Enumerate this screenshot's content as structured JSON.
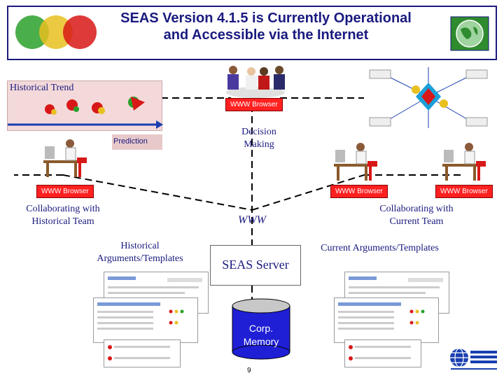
{
  "title": {
    "line1": "SEAS Version 4.1.5 is Currently Operational",
    "line2": "and Accessible via the Internet"
  },
  "historical_trend": {
    "title": "Historical Trend",
    "prediction": "Prediction"
  },
  "browser_labels": {
    "top_center": "WWW Browser",
    "left": "WWW Browser",
    "right_1": "WWW Browser",
    "right_2": "WWW Browser"
  },
  "decision_making": "Decision Making",
  "collab_historical": "Collaborating with Historical Team",
  "collab_current": "Collaborating with Current Team",
  "www": "WWW",
  "historical_args": "Historical Arguments/Templates",
  "current_args": "Current Arguments/Templates",
  "server": "SEAS Server",
  "corp_memory": "Corp. Memory",
  "page_number": "9",
  "colors": {
    "navy": "#1a1a80",
    "red": "#ff2020",
    "cylinder": "#1f1fd6"
  },
  "icons": [
    "venn-circles-icon",
    "globe-logo-icon",
    "meeting-people-icon",
    "user-at-computer-icon",
    "sri-logo-icon"
  ]
}
